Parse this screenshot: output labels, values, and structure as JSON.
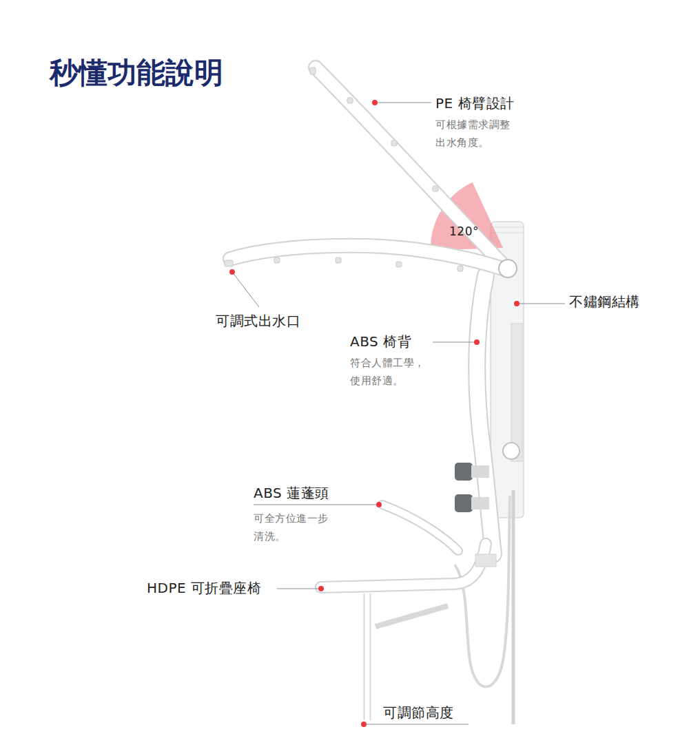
{
  "diagram": {
    "title": "秒懂功能說明",
    "labels": [
      "PE 椅臂設計",
      "可根據需求調整 出水角度。",
      "120°",
      "不鏽鋼結構",
      "可調式出水口",
      "ABS 椅背",
      "符合人體工學， 使用舒適。",
      "ABS 蓮蓬頭",
      "可全方位進一步 清洗。",
      "HDPE 可折疊座椅",
      "可調節高度"
    ]
  }
}
